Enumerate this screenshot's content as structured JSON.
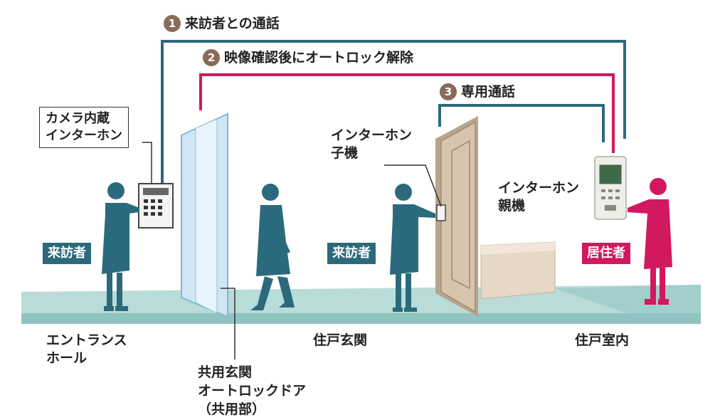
{
  "steps": [
    {
      "num": "1",
      "label": "来訪者との通話"
    },
    {
      "num": "2",
      "label": "映像確認後にオートロック解除"
    },
    {
      "num": "3",
      "label": "専用通話"
    }
  ],
  "labels": {
    "camera_intercom_1": "カメラ内蔵",
    "camera_intercom_2": "インターホン",
    "intercom_slave_1": "インターホン",
    "intercom_slave_2": "子機",
    "intercom_master_1": "インターホン",
    "intercom_master_2": "親機",
    "entrance_hall_1": "エントランス",
    "entrance_hall_2": "ホール",
    "dwelling_entrance": "住戸玄関",
    "dwelling_interior": "住戸室内",
    "shared_door_1": "共用玄関",
    "shared_door_2": "オートロックドア",
    "shared_door_3": "（共用部）"
  },
  "tags": {
    "visitor_left": "来訪者",
    "visitor_mid": "来訪者",
    "resident": "居住者"
  },
  "colors": {
    "teal": "#2b6a7c",
    "magenta": "#d2185f",
    "floor": "#a9d3d1",
    "door": "#c9b59f",
    "badge": "#8a6a5a"
  }
}
